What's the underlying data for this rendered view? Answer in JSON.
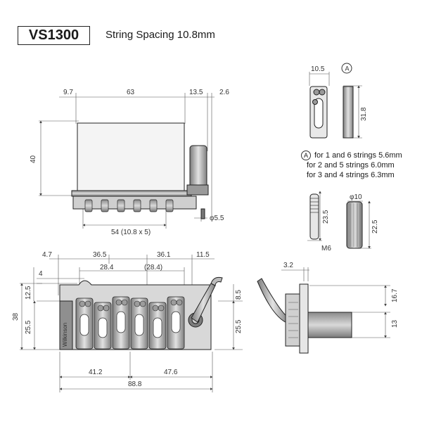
{
  "header": {
    "model": "VS1300",
    "subtitle": "String Spacing 10.8mm"
  },
  "note": {
    "marker": "A",
    "lines": [
      "for 1 and 6 strings 5.6mm",
      "for 2 and 5 strings 6.0mm",
      "for 3 and 4 strings 6.3mm"
    ]
  },
  "side_view": {
    "d1": "9.7",
    "d2": "63",
    "d3": "13.5",
    "d4": "2.6",
    "height": "40",
    "spacing": "54 (10.8 x 5)",
    "post_dia": "φ5.5"
  },
  "saddle_view": {
    "width": "10.5",
    "marker": "A",
    "height": "31.8"
  },
  "screw_view": {
    "length": "23.5",
    "thread": "M6",
    "dia": "φ10",
    "knob_length": "22.5"
  },
  "top_view": {
    "d1": "4.7",
    "d2": "36.5",
    "d3": "36.1",
    "d4": "11.5",
    "d5": "4",
    "d6": "28.4",
    "d7": "(28.4)",
    "h1": "12.5",
    "h2": "38",
    "h3": "25.5",
    "h4": "8.5",
    "h5": "25.5",
    "b1": "41.2",
    "b2": "47.6",
    "total": "88.8",
    "logo_text": "Wilkinson"
  },
  "arm_view": {
    "d1": "3.2",
    "h1": "16.7",
    "h2": "13"
  }
}
